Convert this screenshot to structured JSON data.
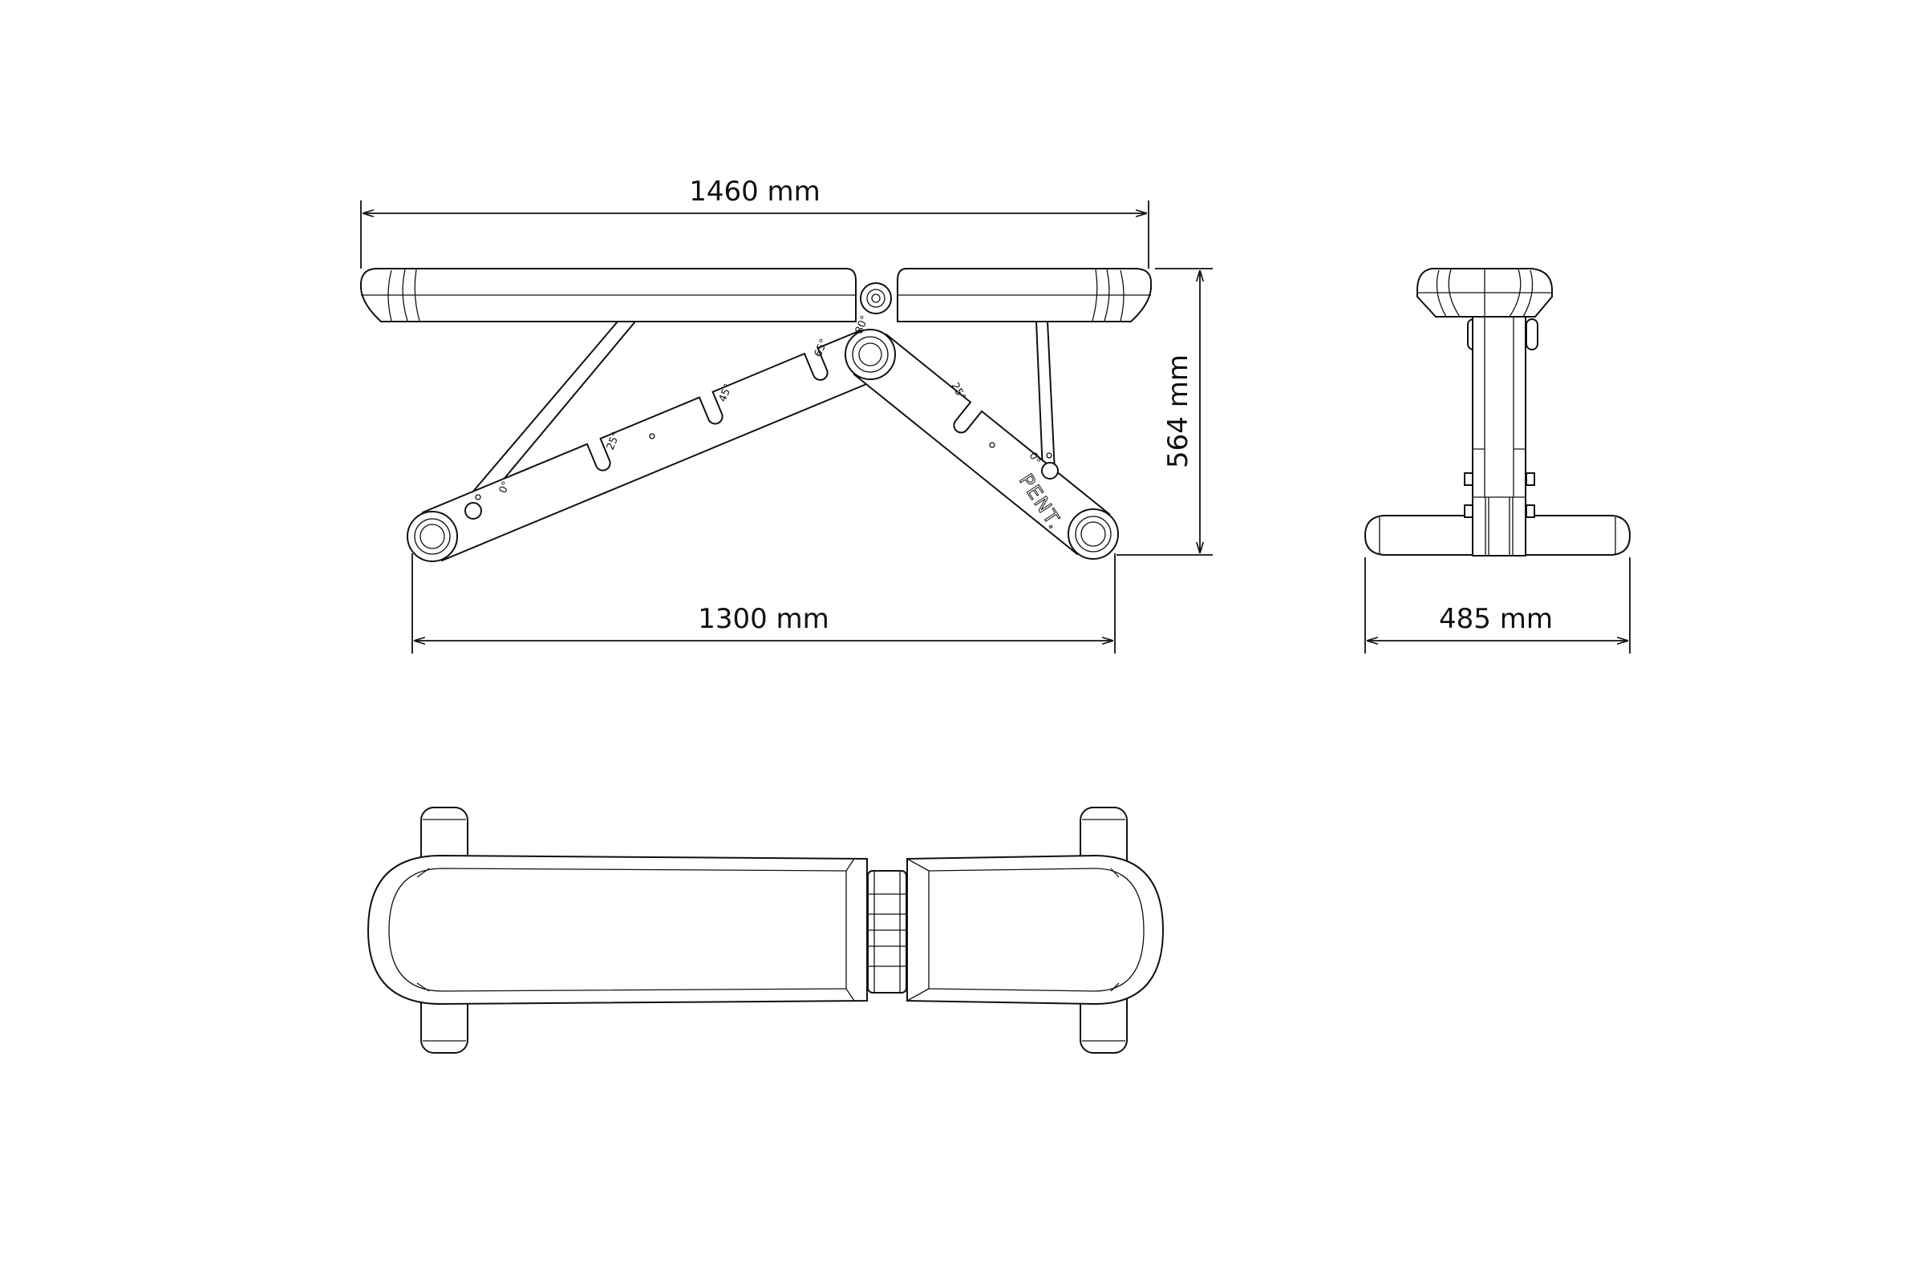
{
  "dimensions": {
    "overall_length": "1460 mm",
    "base_length": "1300 mm",
    "height": "564 mm",
    "width": "485 mm"
  },
  "angle_marks": {
    "back_0": "0°",
    "back_25": "25°",
    "back_45": "45°",
    "back_65": "65°",
    "back_80": "80°",
    "seat_25": "25°",
    "seat_0": "0°"
  },
  "brand": "PENT.",
  "colors": {
    "line": "#111111",
    "background": "#ffffff"
  }
}
